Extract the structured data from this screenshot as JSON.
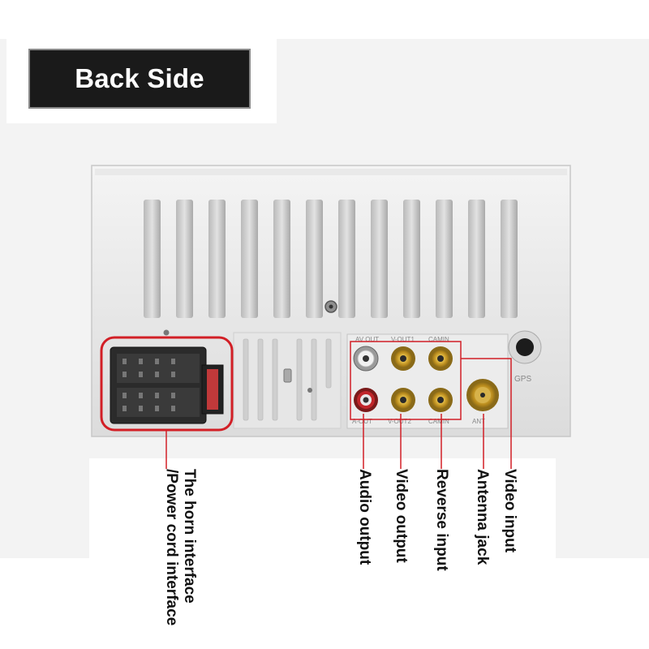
{
  "title": "Back Side",
  "panel": {
    "left_connector_labels": [
      "AV OUT",
      "V-OUT1",
      "CAMIN"
    ],
    "bottom_connector_labels": [
      "A-OUT",
      "V-OUT2",
      "CAMIN",
      "ANT"
    ],
    "gps_label": "GPS"
  },
  "callouts": {
    "horn_line1": "The horn interface",
    "horn_line2": "/Power cord interface",
    "audio_output": "Audio output",
    "video_output": "Video output",
    "reverse_input": "Reverse input",
    "antenna_jack": "Antenna jack",
    "video_input": "Video input"
  },
  "colors": {
    "highlight": "#d21f26",
    "title_bg": "#1a1a1a",
    "rca_gold": "#c9a02a",
    "rca_red": "#c0262a"
  }
}
